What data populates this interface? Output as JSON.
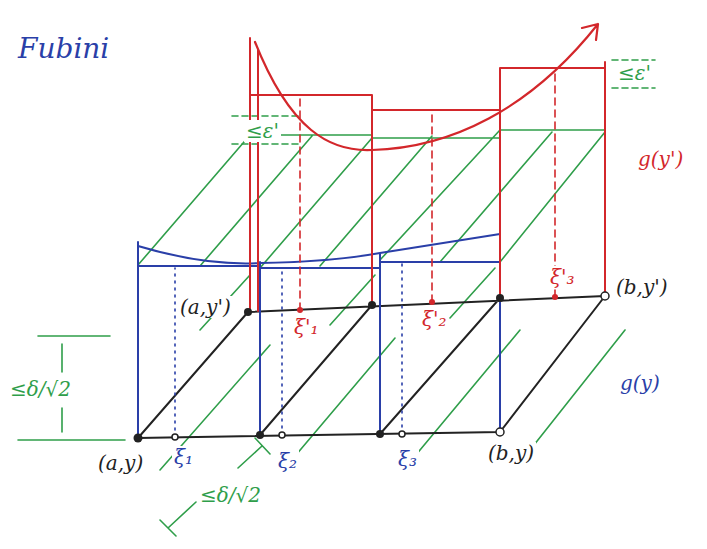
{
  "diagram": {
    "title": "Fubini",
    "labels": [
      "≤ε'",
      "≤ε'",
      "g(y')",
      "(b,y')",
      "g(y)",
      "(a,y')",
      "ξ'₁",
      "ξ'₂",
      "ξ'₃",
      "≤δ/√2",
      "(a,y)",
      "ξ₁",
      "ξ₂",
      "ξ₃",
      "(b,y)",
      "≤δ/√2"
    ]
  }
}
